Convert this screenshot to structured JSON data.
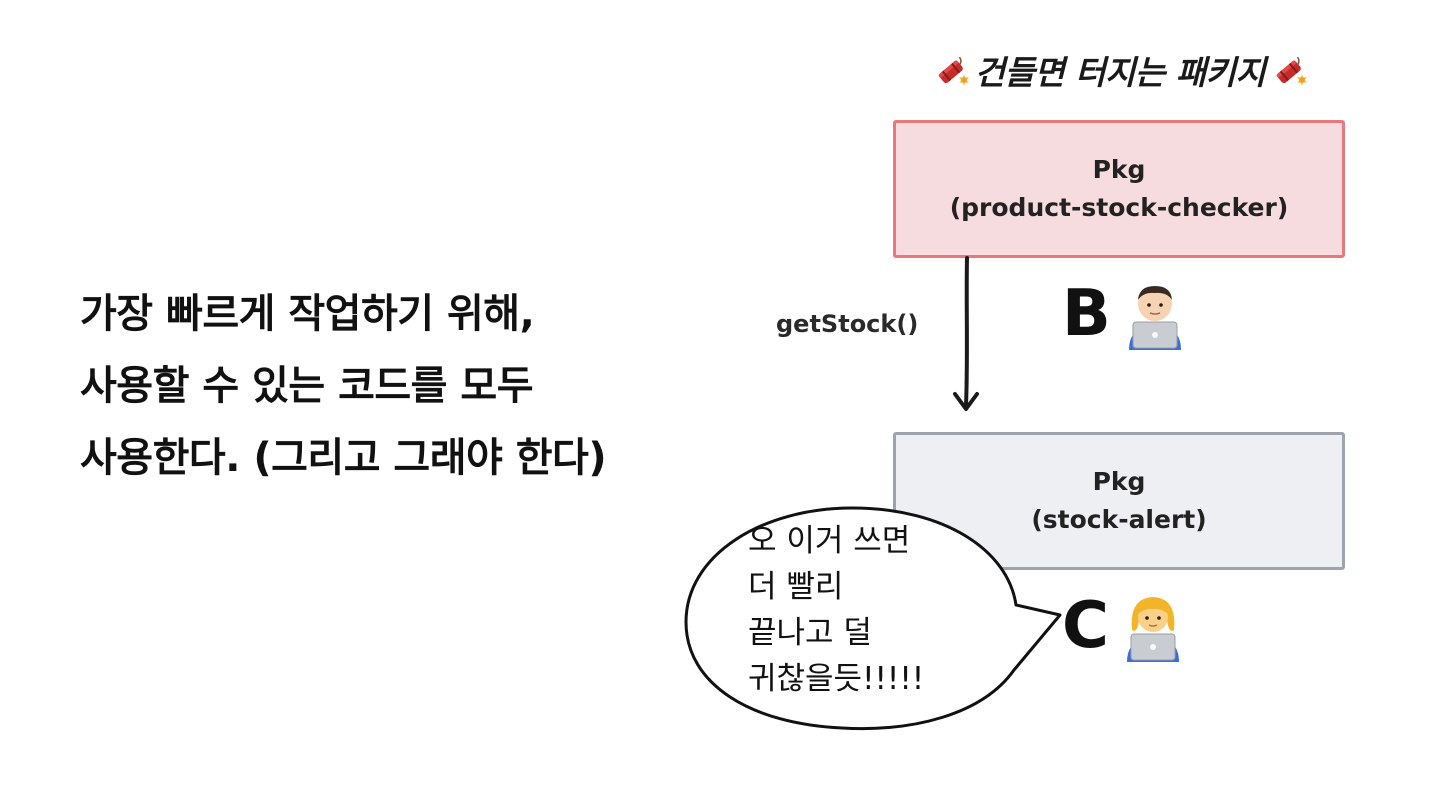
{
  "main_text": {
    "lines": [
      "가장 빠르게 작업하기 위해,",
      "사용할 수 있는 코드를 모두",
      "사용한다. (그리고 그래야 한다)"
    ]
  },
  "diagram": {
    "title": "건들면 터지는 패키지",
    "title_icon": "dynamite-icon",
    "top_package": {
      "line1": "Pkg",
      "line2": "(product-stock-checker)",
      "owner": "B",
      "owner_icon": "man-technologist-icon"
    },
    "call": {
      "label": "getStock()"
    },
    "bottom_package": {
      "line1": "Pkg",
      "line2": "(stock-alert)",
      "owner": "C",
      "owner_icon": "woman-technologist-icon"
    },
    "speech_bubble": {
      "lines": [
        "오 이거 쓰면",
        "더 빨리",
        "끝나고 덜",
        "귀찮을듯!!!!!"
      ]
    }
  },
  "colors": {
    "top_box_fill": "#f7dcdf",
    "top_box_border": "#e8777e",
    "bottom_box_fill": "#edeff2",
    "bottom_box_border": "#9ea4ae"
  }
}
